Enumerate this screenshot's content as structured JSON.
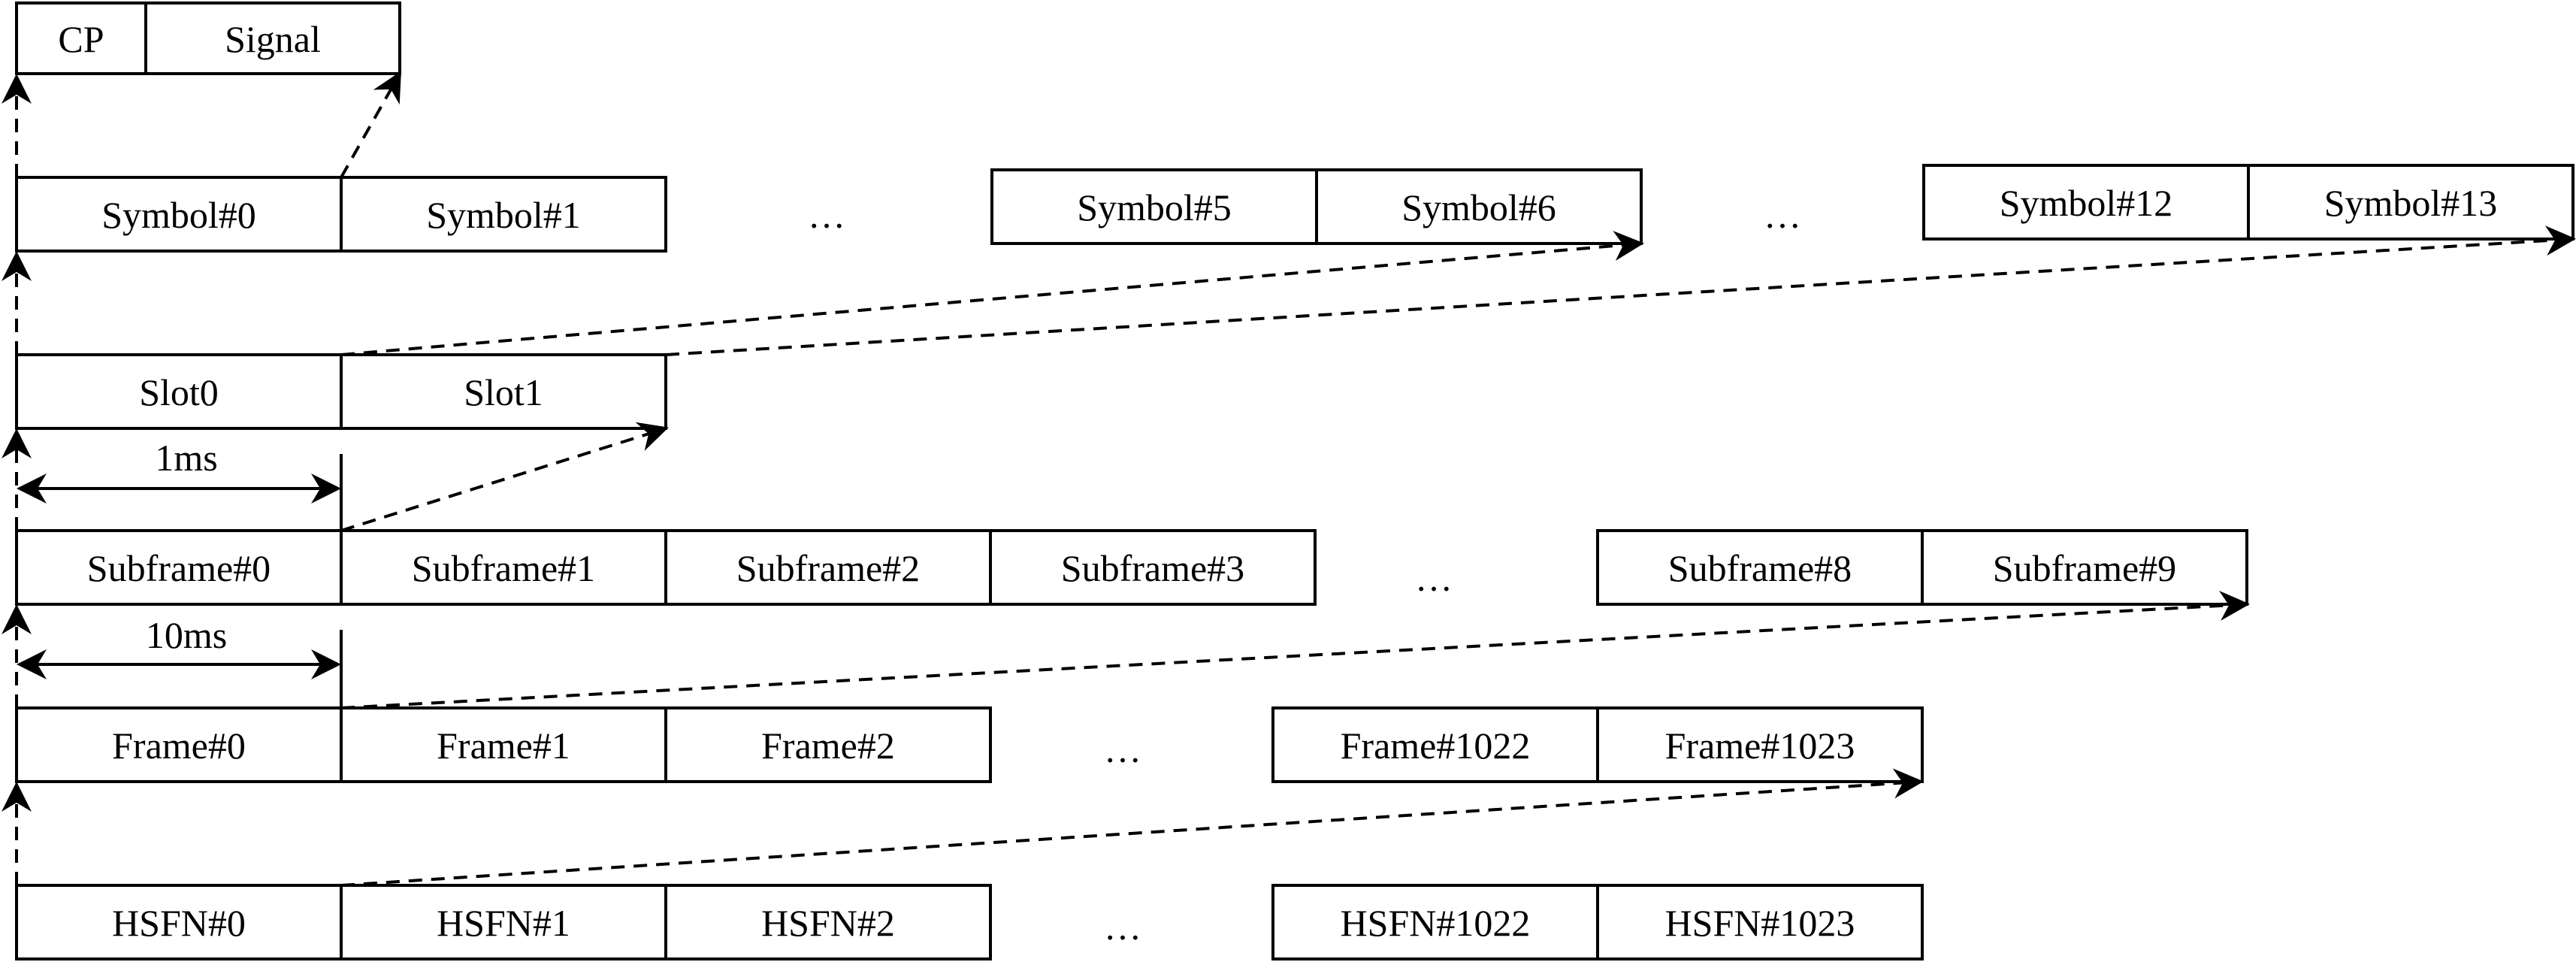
{
  "rows": [
    {
      "id": "cp-signal",
      "groups": [
        {
          "cells": [
            "CP",
            "Signal"
          ]
        }
      ]
    },
    {
      "id": "symbol",
      "ellipsis": "…",
      "groups": [
        {
          "cells": [
            "Symbol#0",
            "Symbol#1"
          ]
        },
        {
          "cells": [
            "Symbol#5",
            "Symbol#6"
          ]
        },
        {
          "cells": [
            "Symbol#12",
            "Symbol#13"
          ]
        }
      ]
    },
    {
      "id": "slot",
      "groups": [
        {
          "cells": [
            "Slot0",
            "Slot1"
          ]
        }
      ]
    },
    {
      "id": "subframe",
      "ellipsis": "…",
      "groups": [
        {
          "cells": [
            "Subframe#0",
            "Subframe#1",
            "Subframe#2",
            "Subframe#3"
          ]
        },
        {
          "cells": [
            "Subframe#8",
            "Subframe#9"
          ]
        }
      ]
    },
    {
      "id": "frame",
      "ellipsis": "…",
      "groups": [
        {
          "cells": [
            "Frame#0",
            "Frame#1",
            "Frame#2"
          ]
        },
        {
          "cells": [
            "Frame#1022",
            "Frame#1023"
          ]
        }
      ]
    },
    {
      "id": "hsfn",
      "ellipsis": "…",
      "groups": [
        {
          "cells": [
            "HSFN#0",
            "HSFN#1",
            "HSFN#2"
          ]
        },
        {
          "cells": [
            "HSFN#1022",
            "HSFN#1023"
          ]
        }
      ]
    }
  ],
  "durations": {
    "subframe": "1ms",
    "frame": "10ms"
  }
}
